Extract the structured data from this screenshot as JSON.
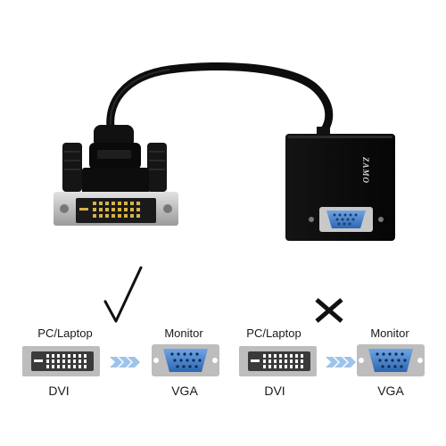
{
  "product": {
    "brand_text": "ZAMO",
    "cable_color": "#0d0d0d",
    "vga_port_color": "#3f7fc9"
  },
  "diagram": {
    "good": {
      "verdict_icon": "check-icon",
      "source_label": "PC/Laptop",
      "source_port": "DVI",
      "target_label": "Monitor",
      "target_port": "VGA"
    },
    "bad": {
      "verdict_icon": "cross-icon",
      "source_label": "PC/Laptop",
      "source_port": "DVI",
      "target_label": "Monitor",
      "target_port": "VGA"
    },
    "arrow_color": "#9fc4ea"
  }
}
